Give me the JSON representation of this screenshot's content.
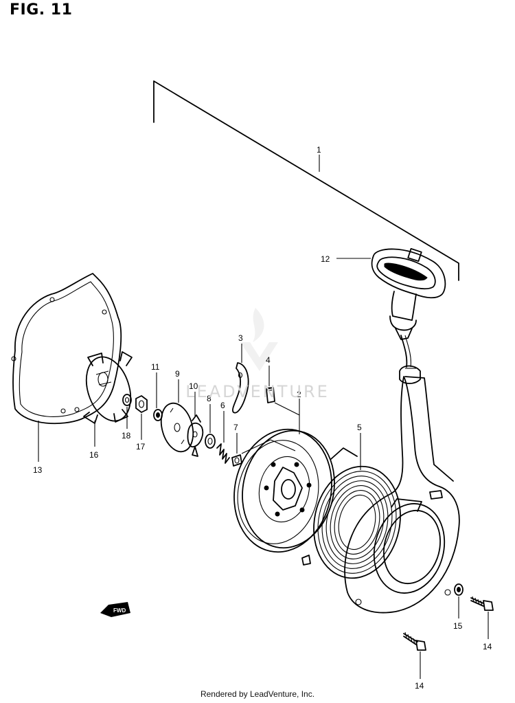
{
  "figure_title": "FIG. 11",
  "watermark_text": "LEADVENTURE",
  "footer_text": "Rendered by LeadVenture, Inc.",
  "fwd_badge": "FWD",
  "callouts": {
    "c1": "1",
    "c2": "2",
    "c3": "3",
    "c4": "4",
    "c5": "5",
    "c6": "6",
    "c7": "7",
    "c8": "8",
    "c9": "9",
    "c10": "10",
    "c11": "11",
    "c12": "12",
    "c13": "13",
    "c14a": "14",
    "c14b": "14",
    "c15": "15",
    "c16": "16",
    "c17": "17",
    "c18": "18"
  }
}
